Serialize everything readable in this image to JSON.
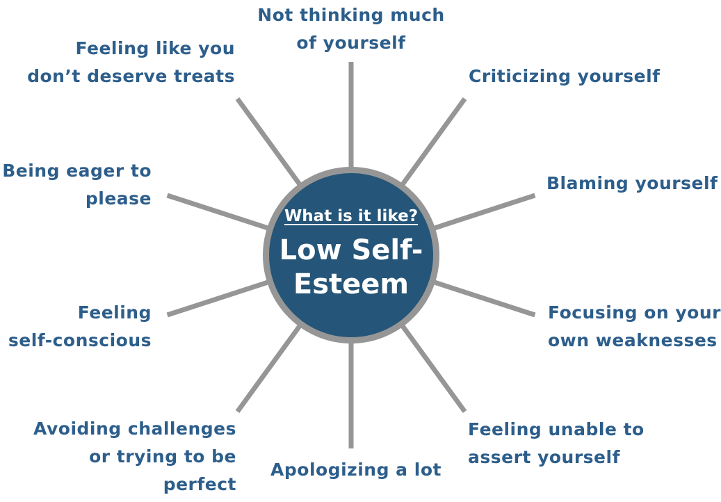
{
  "diagram": {
    "center": {
      "question": "What is it like?",
      "title": "Low Self-Esteem",
      "fill_color": "#255578",
      "ring_color": "#969696",
      "text_color": "#ffffff"
    },
    "spoke_color": "#969696",
    "label_color": "#2d5e8b",
    "branches": [
      {
        "label": "Not thinking much of yourself",
        "lines": [
          "Not thinking much",
          "of yourself"
        ]
      },
      {
        "label": "Criticizing yourself",
        "lines": [
          "Criticizing yourself"
        ]
      },
      {
        "label": "Blaming yourself",
        "lines": [
          "Blaming yourself"
        ]
      },
      {
        "label": "Focusing on your own weaknesses",
        "lines": [
          "Focusing on your",
          "own weaknesses"
        ]
      },
      {
        "label": "Feeling unable to assert yourself",
        "lines": [
          "Feeling unable to",
          "assert yourself"
        ]
      },
      {
        "label": "Apologizing a lot",
        "lines": [
          "Apologizing a lot"
        ]
      },
      {
        "label": "Avoiding challenges or trying to be perfect",
        "lines": [
          "Avoiding challenges",
          "or trying to be",
          "perfect"
        ]
      },
      {
        "label": "Feeling self-conscious",
        "lines": [
          "Feeling",
          "self-conscious"
        ]
      },
      {
        "label": "Being eager to please",
        "lines": [
          "Being eager to",
          "please"
        ]
      },
      {
        "label": "Feeling like you don’t deserve treats",
        "lines": [
          "Feeling like you",
          "don’t deserve treats"
        ]
      }
    ]
  }
}
